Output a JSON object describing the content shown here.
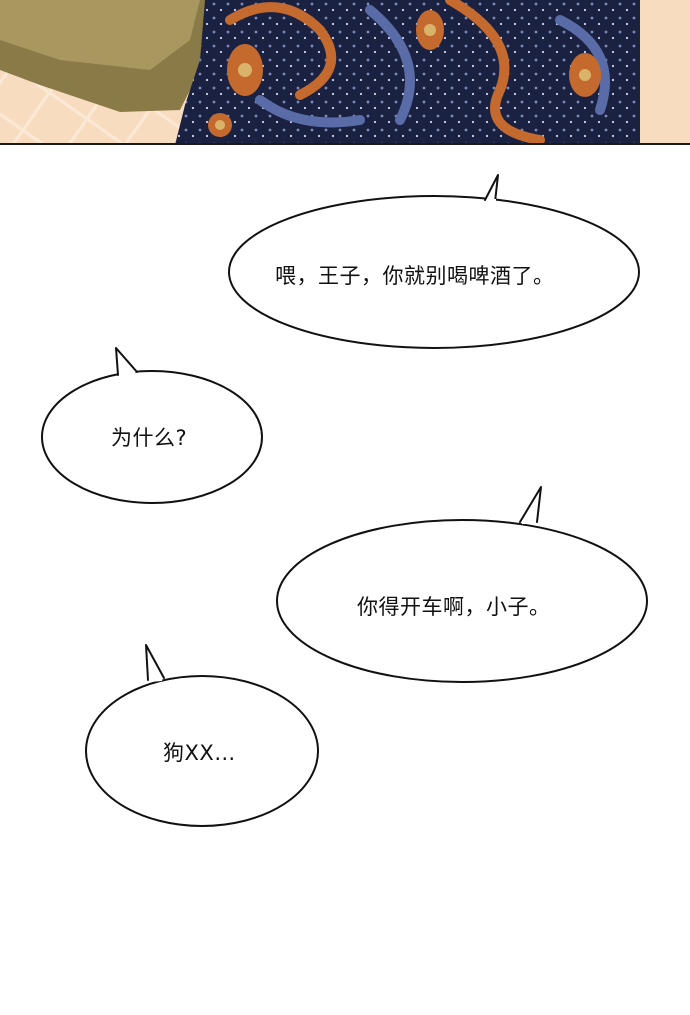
{
  "panel": {
    "icon": "paisley-shirt-illustration"
  },
  "bubbles": [
    {
      "text": "喂，王子，你就别喝啤酒了。"
    },
    {
      "text": "为什么?"
    },
    {
      "text": "你得开车啊，小子。"
    },
    {
      "text": "狗XX…"
    }
  ],
  "colors": {
    "panel_floor": "#f7dcc0",
    "shirt_dark": "#1b2140",
    "paisley_orange": "#c56a2e",
    "paisley_blue": "#5a6ca8",
    "sleeve_olive": "#8a7a48",
    "bubble_fill": "#ffffff",
    "bubble_stroke": "#111111"
  }
}
